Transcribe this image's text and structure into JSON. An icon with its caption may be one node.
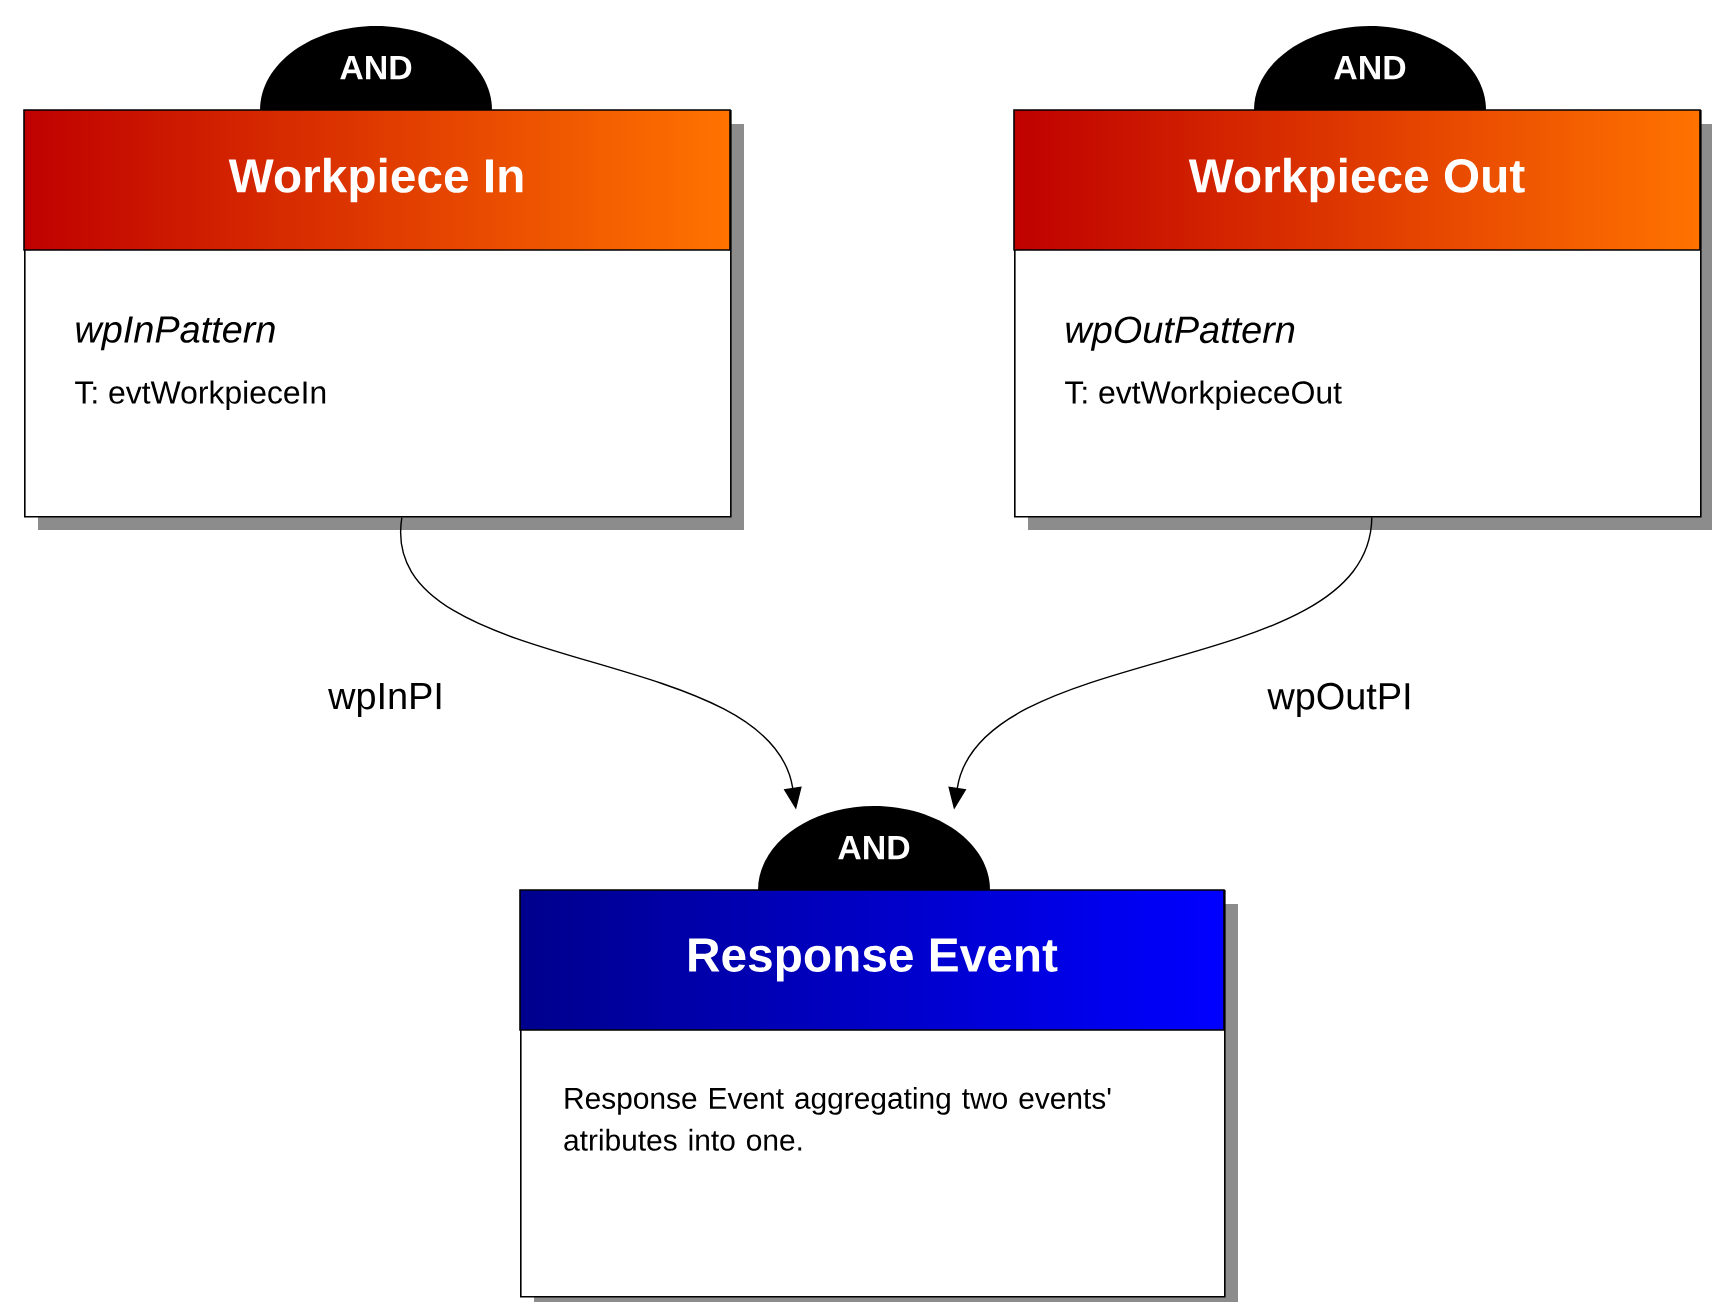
{
  "diagram": {
    "nodes": [
      {
        "text": [
          "AND"
        ]
      },
      {
        "text": [
          "Workpiece In",
          "*wpInPattern*",
          "T: evtWorkpieceIn"
        ]
      },
      {
        "text": [
          "AND"
        ]
      },
      {
        "text": [
          "Workpiece Out",
          "*wpOutPattern*",
          "T: evtWorkpieceOut"
        ]
      },
      {
        "text": [
          "AND"
        ]
      },
      {
        "text": [
          "Response Event",
          "Response Event aggregating two events' atributes into one."
        ]
      }
    ],
    "edges": [
      {
        "from": 1,
        "to": 4,
        "arrow": "to",
        "label": "wpInPI"
      },
      {
        "from": 3,
        "to": 4,
        "arrow": "to",
        "label": "wpOutPI"
      }
    ]
  }
}
